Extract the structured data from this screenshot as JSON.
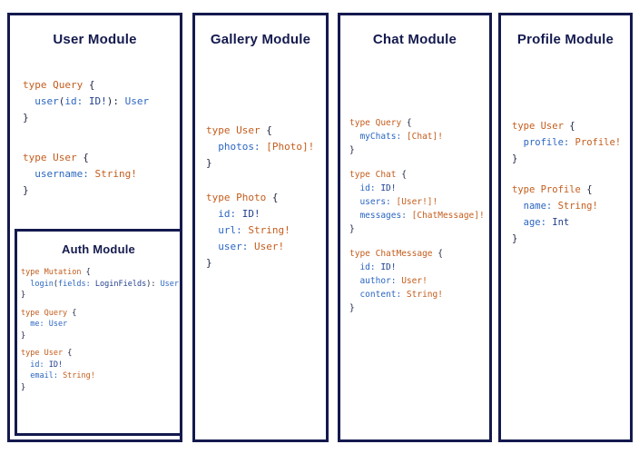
{
  "colors": {
    "navy": "#141a4e",
    "kw": "#c45d1d",
    "fl": "#2b66c2",
    "sc": "#c45d1d",
    "nv": "#23408f",
    "pl": "#1c2340"
  },
  "panels": [
    {
      "title": "User Module",
      "code": [
        [
          [
            {
              "c": "kw",
              "t": "type Query "
            },
            {
              "c": "pl",
              "t": "{"
            }
          ],
          [
            {
              "c": "fl",
              "t": "  user"
            },
            {
              "c": "pl",
              "t": "("
            },
            {
              "c": "fl",
              "t": "id: "
            },
            {
              "c": "nv",
              "t": "ID!"
            },
            {
              "c": "pl",
              "t": "): "
            },
            {
              "c": "fl",
              "t": "User"
            }
          ],
          [
            {
              "c": "pl",
              "t": "}"
            }
          ]
        ],
        [
          [
            {
              "c": "kw",
              "t": "type User "
            },
            {
              "c": "pl",
              "t": "{"
            }
          ],
          [
            {
              "c": "fl",
              "t": "  username: "
            },
            {
              "c": "sc",
              "t": "String!"
            }
          ],
          [
            {
              "c": "pl",
              "t": "}"
            }
          ]
        ]
      ],
      "nested": {
        "title": "Auth Module",
        "code": [
          [
            [
              {
                "c": "kw",
                "t": "type Mutation "
              },
              {
                "c": "pl",
                "t": "{"
              }
            ],
            [
              {
                "c": "fl",
                "t": "  login"
              },
              {
                "c": "pl",
                "t": "("
              },
              {
                "c": "fl",
                "t": "fields: "
              },
              {
                "c": "nv",
                "t": "LoginFields"
              },
              {
                "c": "pl",
                "t": "): "
              },
              {
                "c": "fl",
                "t": "User"
              }
            ],
            [
              {
                "c": "pl",
                "t": "}"
              }
            ]
          ],
          [
            [
              {
                "c": "kw",
                "t": "type Query "
              },
              {
                "c": "pl",
                "t": "{"
              }
            ],
            [
              {
                "c": "fl",
                "t": "  me: User"
              }
            ],
            [
              {
                "c": "pl",
                "t": "}"
              }
            ]
          ],
          [
            [
              {
                "c": "kw",
                "t": "type User "
              },
              {
                "c": "pl",
                "t": "{"
              }
            ],
            [
              {
                "c": "fl",
                "t": "  id: "
              },
              {
                "c": "nv",
                "t": "ID!"
              }
            ],
            [
              {
                "c": "fl",
                "t": "  email: "
              },
              {
                "c": "sc",
                "t": "String!"
              }
            ],
            [
              {
                "c": "pl",
                "t": "}"
              }
            ]
          ]
        ]
      }
    },
    {
      "title": "Gallery Module",
      "code": [
        [
          [
            {
              "c": "kw",
              "t": "type User "
            },
            {
              "c": "pl",
              "t": "{"
            }
          ],
          [
            {
              "c": "fl",
              "t": "  photos: "
            },
            {
              "c": "sc",
              "t": "[Photo]!"
            }
          ],
          [
            {
              "c": "pl",
              "t": "}"
            }
          ]
        ],
        [
          [
            {
              "c": "kw",
              "t": "type Photo "
            },
            {
              "c": "pl",
              "t": "{"
            }
          ],
          [
            {
              "c": "fl",
              "t": "  id: "
            },
            {
              "c": "nv",
              "t": "ID!"
            }
          ],
          [
            {
              "c": "fl",
              "t": "  url: "
            },
            {
              "c": "sc",
              "t": "String!"
            }
          ],
          [
            {
              "c": "fl",
              "t": "  user: "
            },
            {
              "c": "sc",
              "t": "User!"
            }
          ],
          [
            {
              "c": "pl",
              "t": "}"
            }
          ]
        ]
      ]
    },
    {
      "title": "Chat Module",
      "code": [
        [
          [
            {
              "c": "kw",
              "t": "type Query "
            },
            {
              "c": "pl",
              "t": "{"
            }
          ],
          [
            {
              "c": "fl",
              "t": "  myChats: "
            },
            {
              "c": "sc",
              "t": "[Chat]!"
            }
          ],
          [
            {
              "c": "pl",
              "t": "}"
            }
          ]
        ],
        [
          [
            {
              "c": "kw",
              "t": "type Chat "
            },
            {
              "c": "pl",
              "t": "{"
            }
          ],
          [
            {
              "c": "fl",
              "t": "  id: "
            },
            {
              "c": "nv",
              "t": "ID!"
            }
          ],
          [
            {
              "c": "fl",
              "t": "  users: "
            },
            {
              "c": "sc",
              "t": "[User!]!"
            }
          ],
          [
            {
              "c": "fl",
              "t": "  messages: "
            },
            {
              "c": "sc",
              "t": "[ChatMessage]!"
            }
          ],
          [
            {
              "c": "pl",
              "t": "}"
            }
          ]
        ],
        [
          [
            {
              "c": "kw",
              "t": "type ChatMessage "
            },
            {
              "c": "pl",
              "t": "{"
            }
          ],
          [
            {
              "c": "fl",
              "t": "  id: "
            },
            {
              "c": "nv",
              "t": "ID!"
            }
          ],
          [
            {
              "c": "fl",
              "t": "  author: "
            },
            {
              "c": "sc",
              "t": "User!"
            }
          ],
          [
            {
              "c": "fl",
              "t": "  content: "
            },
            {
              "c": "sc",
              "t": "String!"
            }
          ],
          [
            {
              "c": "pl",
              "t": "}"
            }
          ]
        ]
      ]
    },
    {
      "title": "Profile Module",
      "code": [
        [
          [
            {
              "c": "kw",
              "t": "type User "
            },
            {
              "c": "pl",
              "t": "{"
            }
          ],
          [
            {
              "c": "fl",
              "t": "  profile: "
            },
            {
              "c": "sc",
              "t": "Profile!"
            }
          ],
          [
            {
              "c": "pl",
              "t": "}"
            }
          ]
        ],
        [
          [
            {
              "c": "kw",
              "t": "type Profile "
            },
            {
              "c": "pl",
              "t": "{"
            }
          ],
          [
            {
              "c": "fl",
              "t": "  name: "
            },
            {
              "c": "sc",
              "t": "String!"
            }
          ],
          [
            {
              "c": "fl",
              "t": "  age: "
            },
            {
              "c": "nv",
              "t": "Int"
            }
          ],
          [
            {
              "c": "pl",
              "t": "}"
            }
          ]
        ]
      ]
    }
  ]
}
